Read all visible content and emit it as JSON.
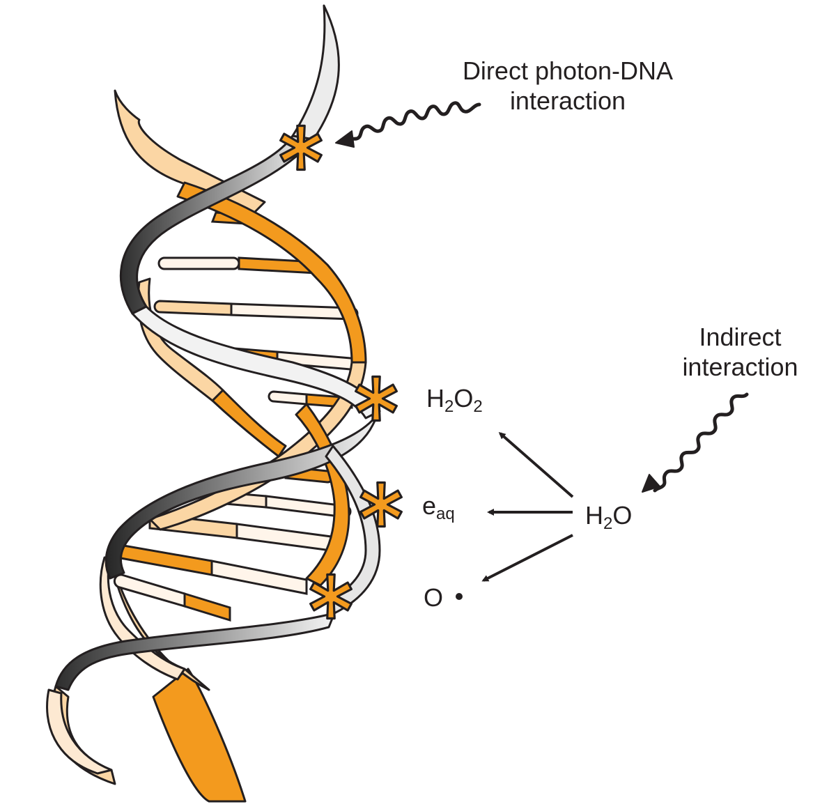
{
  "labels": {
    "direct_line1": "Direct photon-DNA",
    "direct_line2": "interaction",
    "indirect_line1": "Indirect",
    "indirect_line2": "interaction",
    "h2o2_main": "H",
    "h2o2_sub1": "2",
    "h2o2_mid": "O",
    "h2o2_sub2": "2",
    "eaq_main": "e",
    "eaq_sub": "aq",
    "h2o_main": "H",
    "h2o_sub": "2",
    "h2o_end": "O",
    "oh_main": "O"
  },
  "colors": {
    "orange": "#f39a1e",
    "orange_light": "#fbd6a4",
    "orange_pale": "#fde9d2",
    "cream": "#fff5ea",
    "gray_dark": "#3a3a3a",
    "gray_light": "#f2f2f2",
    "outline": "#231f20"
  }
}
